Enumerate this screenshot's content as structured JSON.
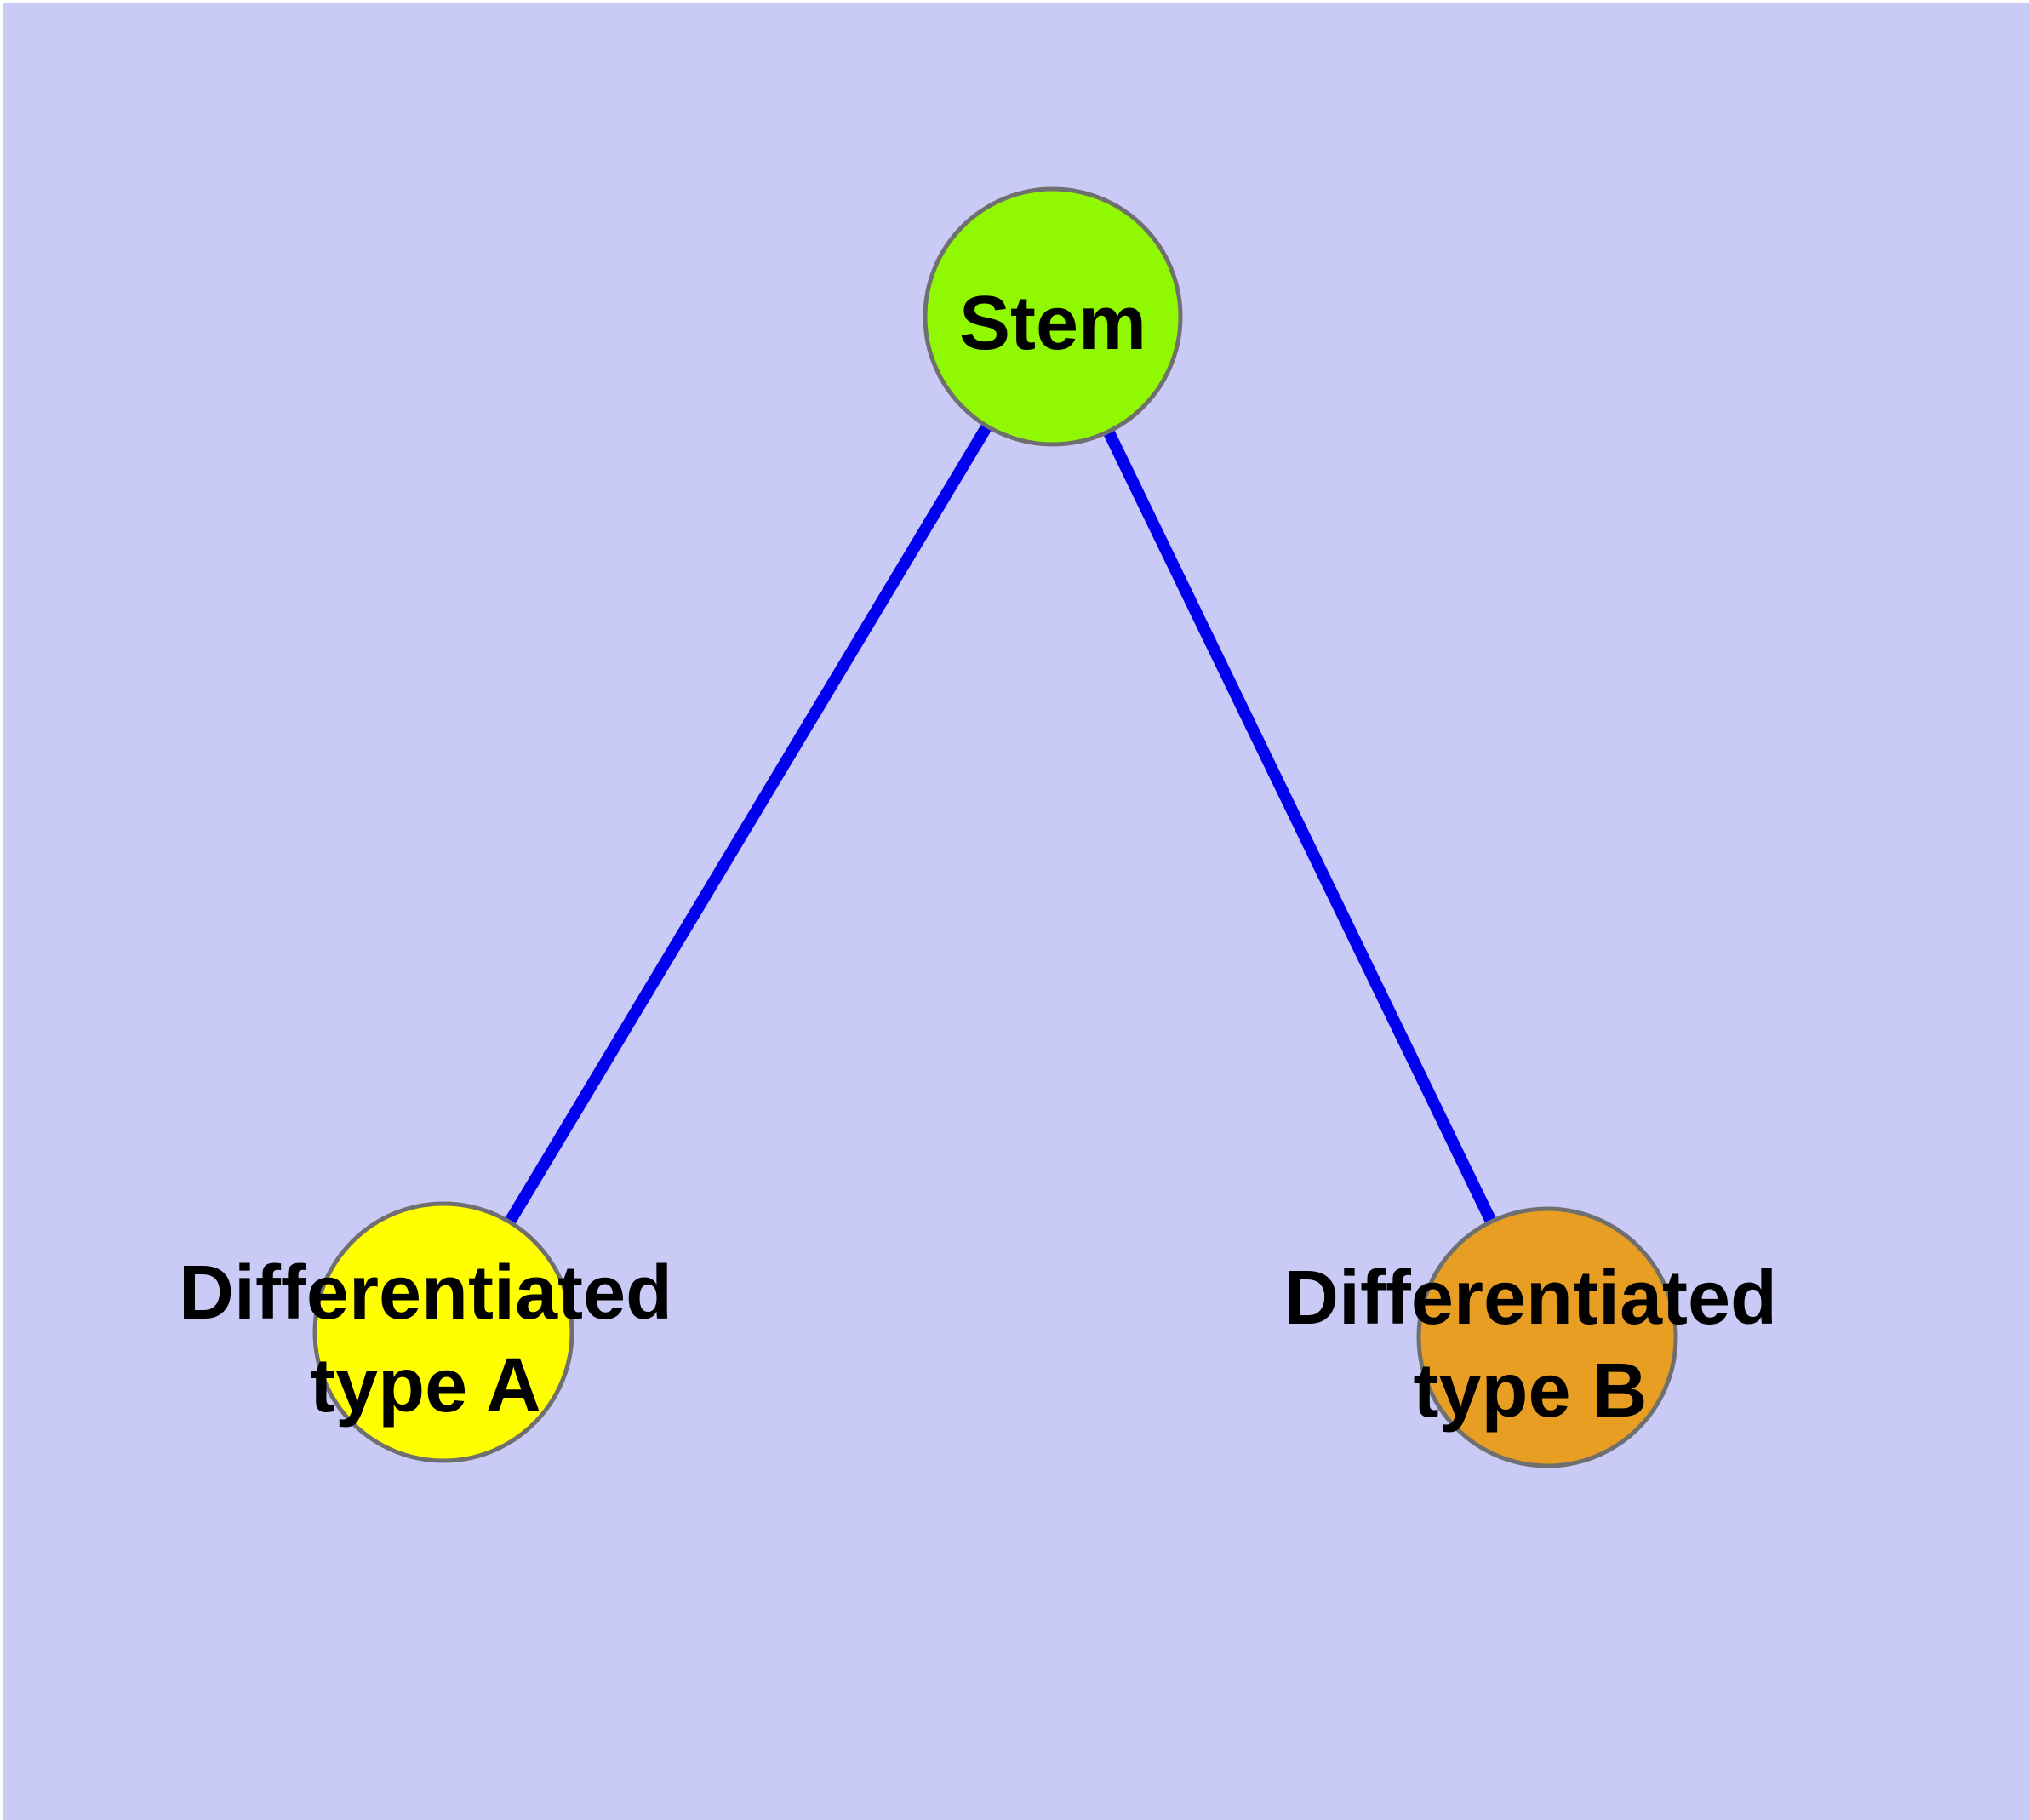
{
  "diagram": {
    "description": "Cell differentiation lineage diagram: a stem cell node branching into two differentiated cell type nodes",
    "background_color": "#CACAF7",
    "margin_color": "#FFFFFF",
    "node_border_color": "#6F6F6F",
    "edge_color": "#0000EE",
    "text_color": "#000000",
    "nodes": {
      "stem": {
        "label": "Stem",
        "color": "#90F800"
      },
      "type_a": {
        "label": "Differentiated type A",
        "label_line1": "Differentiated",
        "label_line2": "type A",
        "color": "#FFFF00"
      },
      "type_b": {
        "label": "Differentiated type B",
        "label_line1": "Differentiated",
        "label_line2": "type B",
        "color": "#E89E22"
      }
    },
    "edges": [
      {
        "from": "Stem",
        "to": "Differentiated type A"
      },
      {
        "from": "Stem",
        "to": "Differentiated type B"
      }
    ]
  }
}
